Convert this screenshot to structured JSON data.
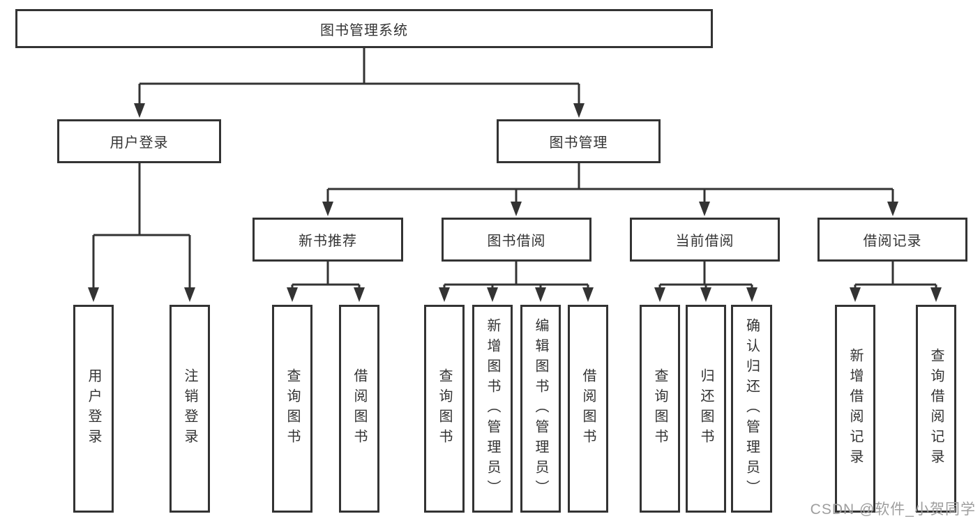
{
  "diagram": {
    "title": "图书管理系统",
    "branches": [
      {
        "label": "用户登录",
        "children": [
          {
            "label": "用户登录"
          },
          {
            "label": "注销登录"
          }
        ]
      },
      {
        "label": "图书管理",
        "children": [
          {
            "label": "新书推荐",
            "children": [
              {
                "label": "查询图书"
              },
              {
                "label": "借阅图书"
              }
            ]
          },
          {
            "label": "图书借阅",
            "children": [
              {
                "label": "查询图书"
              },
              {
                "label": "新增图书（管理员）"
              },
              {
                "label": "编辑图书（管理员）"
              },
              {
                "label": "借阅图书"
              }
            ]
          },
          {
            "label": "当前借阅",
            "children": [
              {
                "label": "查询图书"
              },
              {
                "label": "归还图书"
              },
              {
                "label": "确认归还（管理员）"
              }
            ]
          },
          {
            "label": "借阅记录",
            "children": [
              {
                "label": "新增借阅记录"
              },
              {
                "label": "查询借阅记录"
              }
            ]
          }
        ]
      }
    ]
  },
  "watermark": {
    "text": "CSDN @软件_小贺同学"
  },
  "colors": {
    "line": "#333333",
    "node_border": "#333333",
    "node_text": "#333333",
    "background": "#ffffff",
    "watermark_text": "#9e9e9e"
  }
}
